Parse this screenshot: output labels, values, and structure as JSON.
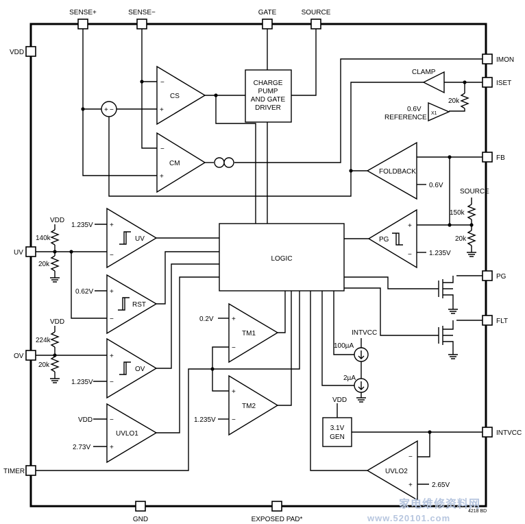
{
  "pins": {
    "sense_plus": "SENSE+",
    "sense_minus": "SENSE−",
    "gate": "GATE",
    "source": "SOURCE",
    "vdd": "VDD",
    "imon": "IMON",
    "iset": "ISET",
    "fb": "FB",
    "uv": "UV",
    "ov": "OV",
    "pg": "PG",
    "flt": "FLT",
    "intvcc": "INTVCC",
    "timer": "TIMER",
    "gnd": "GND",
    "exposed_pad": "EXPOSED PAD*"
  },
  "blocks": {
    "charge_pump_l1": "CHARGE",
    "charge_pump_l2": "PUMP",
    "charge_pump_l3": "AND GATE",
    "charge_pump_l4": "DRIVER",
    "logic": "LOGIC",
    "gen_l1": "3.1V",
    "gen_l2": "GEN"
  },
  "amps": {
    "cs": "CS",
    "cm": "CM",
    "uv": "UV",
    "rst": "RST",
    "ov": "OV",
    "uvlo1": "UVLO1",
    "tm1": "TM1",
    "tm2": "TM2",
    "pg": "PG",
    "foldback": "FOLDBACK",
    "clamp": "CLAMP",
    "x1": "X1",
    "uvlo2": "UVLO2"
  },
  "values": {
    "v1235_uv": "1.235V",
    "v062": "0.62V",
    "v1235_ov": "1.235V",
    "vdd_uvlo1": "VDD",
    "v273": "2.73V",
    "v02": "0.2V",
    "v1235_tm2": "1.235V",
    "v1235_pg": "1.235V",
    "v06_fold": "0.6V",
    "v06_ref": "0.6V",
    "reference": "REFERENCE",
    "v265": "2.65V",
    "i100": "100µA",
    "i2": "2µA",
    "intvcc_src": "INTVCC",
    "vdd_gen": "VDD",
    "vdd_uv": "VDD",
    "vdd_ov": "VDD",
    "source_div": "SOURCE"
  },
  "resistors": {
    "r140k": "140k",
    "r20k_uv": "20k",
    "r224k": "224k",
    "r20k_ov": "20k",
    "r150k": "150k",
    "r20k_fb": "20k",
    "r20k_clamp": "20k"
  },
  "footnote": "4218 BD",
  "watermark_cn": "家电维修资料网",
  "watermark_url": "www.520101.com"
}
